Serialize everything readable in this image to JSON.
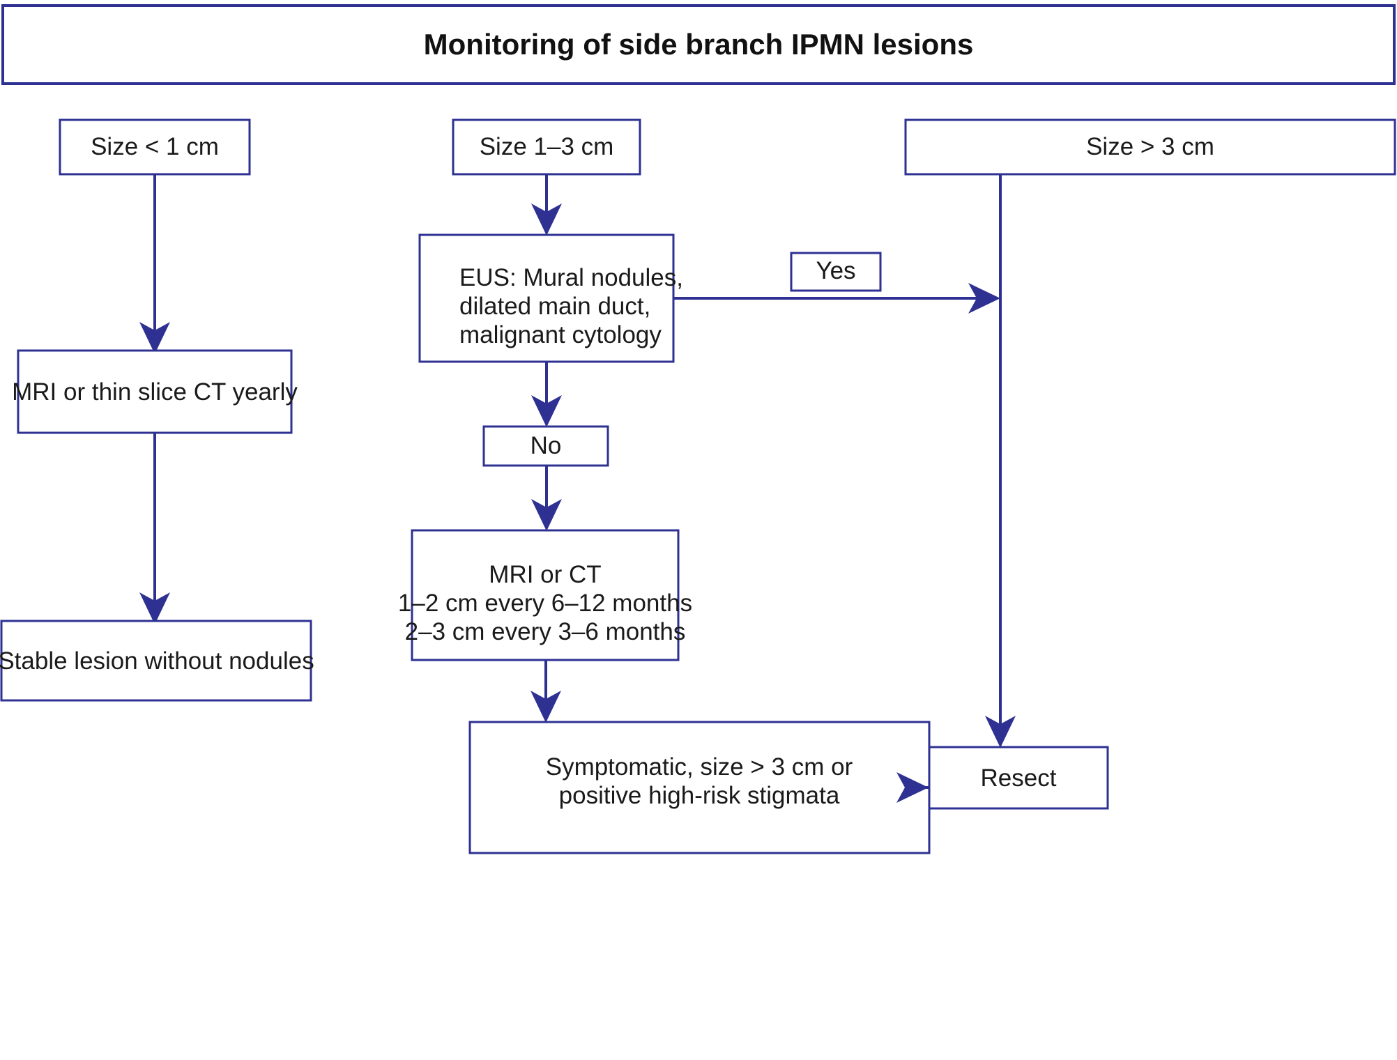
{
  "diagram": {
    "title": "Monitoring of side branch IPMN lesions",
    "accent_color": "#2e3192",
    "text_color": "#1a1a1a",
    "background_color": "#ffffff",
    "type": "flowchart"
  },
  "nodes": {
    "size_lt_1": {
      "label": "Size < 1 cm"
    },
    "size_1_3": {
      "label": "Size 1–3 cm"
    },
    "size_gt_3": {
      "label": "Size > 3 cm"
    },
    "mri_ct_yearly": {
      "label": "MRI or thin slice CT yearly"
    },
    "stable_lesion": {
      "label": "Stable lesion without nodules"
    },
    "eus": {
      "line1": "EUS: Mural nodules,",
      "line2": "dilated main duct,",
      "line3": "malignant cytology"
    },
    "yes_label": {
      "label": "Yes"
    },
    "no_label": {
      "label": "No"
    },
    "mri_or_ct": {
      "line1": "MRI or CT",
      "line2": "1–2 cm every 6–12 months",
      "line3": "2–3 cm every 3–6 months"
    },
    "symptomatic": {
      "line1": "Symptomatic, size > 3 cm or",
      "line2": "positive high-risk stigmata"
    },
    "resect": {
      "label": "Resect"
    }
  },
  "edges": [
    {
      "from": "size_lt_1",
      "to": "mri_ct_yearly",
      "label": ""
    },
    {
      "from": "mri_ct_yearly",
      "to": "stable_lesion",
      "label": ""
    },
    {
      "from": "size_1_3",
      "to": "eus",
      "label": ""
    },
    {
      "from": "eus",
      "to": "size_gt_3_path",
      "label": "Yes"
    },
    {
      "from": "eus",
      "to": "mri_or_ct",
      "label": "No"
    },
    {
      "from": "mri_or_ct",
      "to": "symptomatic",
      "label": ""
    },
    {
      "from": "symptomatic",
      "to": "resect",
      "label": ""
    },
    {
      "from": "size_gt_3",
      "to": "resect",
      "label": ""
    }
  ]
}
